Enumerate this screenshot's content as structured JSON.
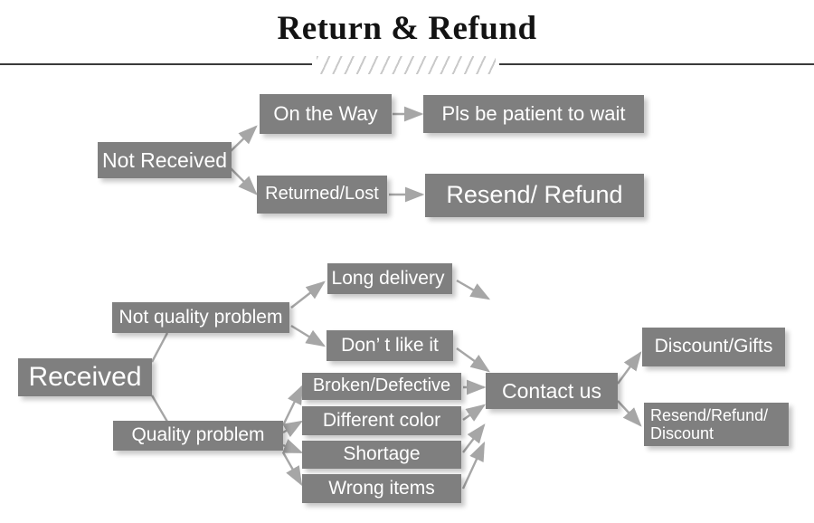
{
  "header": {
    "title": "Return & Refund",
    "divider_icon": "hatch-divider"
  },
  "diagram": {
    "type": "flowchart",
    "nodes": [
      {
        "id": "not-received",
        "label": "Not Received"
      },
      {
        "id": "on-the-way",
        "label": "On the Way"
      },
      {
        "id": "pls-be-patient",
        "label": "Pls be patient to wait"
      },
      {
        "id": "returned-lost",
        "label": "Returned/Lost"
      },
      {
        "id": "resend-refund",
        "label": "Resend/ Refund"
      },
      {
        "id": "received",
        "label": "Received"
      },
      {
        "id": "not-quality",
        "label": "Not quality problem"
      },
      {
        "id": "quality",
        "label": "Quality problem"
      },
      {
        "id": "long-delivery",
        "label": "Long delivery"
      },
      {
        "id": "dont-like-it",
        "label": "Don’  t like it"
      },
      {
        "id": "broken-defective",
        "label": "Broken/Defective"
      },
      {
        "id": "different-color",
        "label": "Different color"
      },
      {
        "id": "shortage",
        "label": "Shortage"
      },
      {
        "id": "wrong-items",
        "label": "Wrong items"
      },
      {
        "id": "contact-us",
        "label": "Contact us"
      },
      {
        "id": "discount-gifts",
        "label": "Discount/Gifts"
      },
      {
        "id": "resend-refund-discount-l1",
        "label": "Resend/Refund/"
      },
      {
        "id": "resend-refund-discount-l2",
        "label": "Discount"
      }
    ],
    "edges": [
      {
        "from": "not-received",
        "to": "on-the-way"
      },
      {
        "from": "not-received",
        "to": "returned-lost"
      },
      {
        "from": "on-the-way",
        "to": "pls-be-patient"
      },
      {
        "from": "returned-lost",
        "to": "resend-refund"
      },
      {
        "from": "received",
        "to": "not-quality"
      },
      {
        "from": "received",
        "to": "quality"
      },
      {
        "from": "not-quality",
        "to": "long-delivery"
      },
      {
        "from": "not-quality",
        "to": "dont-like-it"
      },
      {
        "from": "quality",
        "to": "broken-defective"
      },
      {
        "from": "quality",
        "to": "different-color"
      },
      {
        "from": "quality",
        "to": "shortage"
      },
      {
        "from": "quality",
        "to": "wrong-items"
      },
      {
        "from": "long-delivery",
        "to": "contact-us"
      },
      {
        "from": "dont-like-it",
        "to": "contact-us"
      },
      {
        "from": "broken-defective",
        "to": "contact-us"
      },
      {
        "from": "different-color",
        "to": "contact-us"
      },
      {
        "from": "shortage",
        "to": "contact-us"
      },
      {
        "from": "wrong-items",
        "to": "contact-us"
      },
      {
        "from": "contact-us",
        "to": "discount-gifts"
      },
      {
        "from": "contact-us",
        "to": "resend-refund-discount-l1"
      }
    ]
  },
  "colors": {
    "node_fill": "#7f7f7f",
    "node_text": "#ffffff",
    "connector": "#a6a6a6",
    "rule": "#3a3a3a",
    "hatch": "#c9c9c9",
    "title_text": "#131313",
    "background": "#ffffff"
  }
}
